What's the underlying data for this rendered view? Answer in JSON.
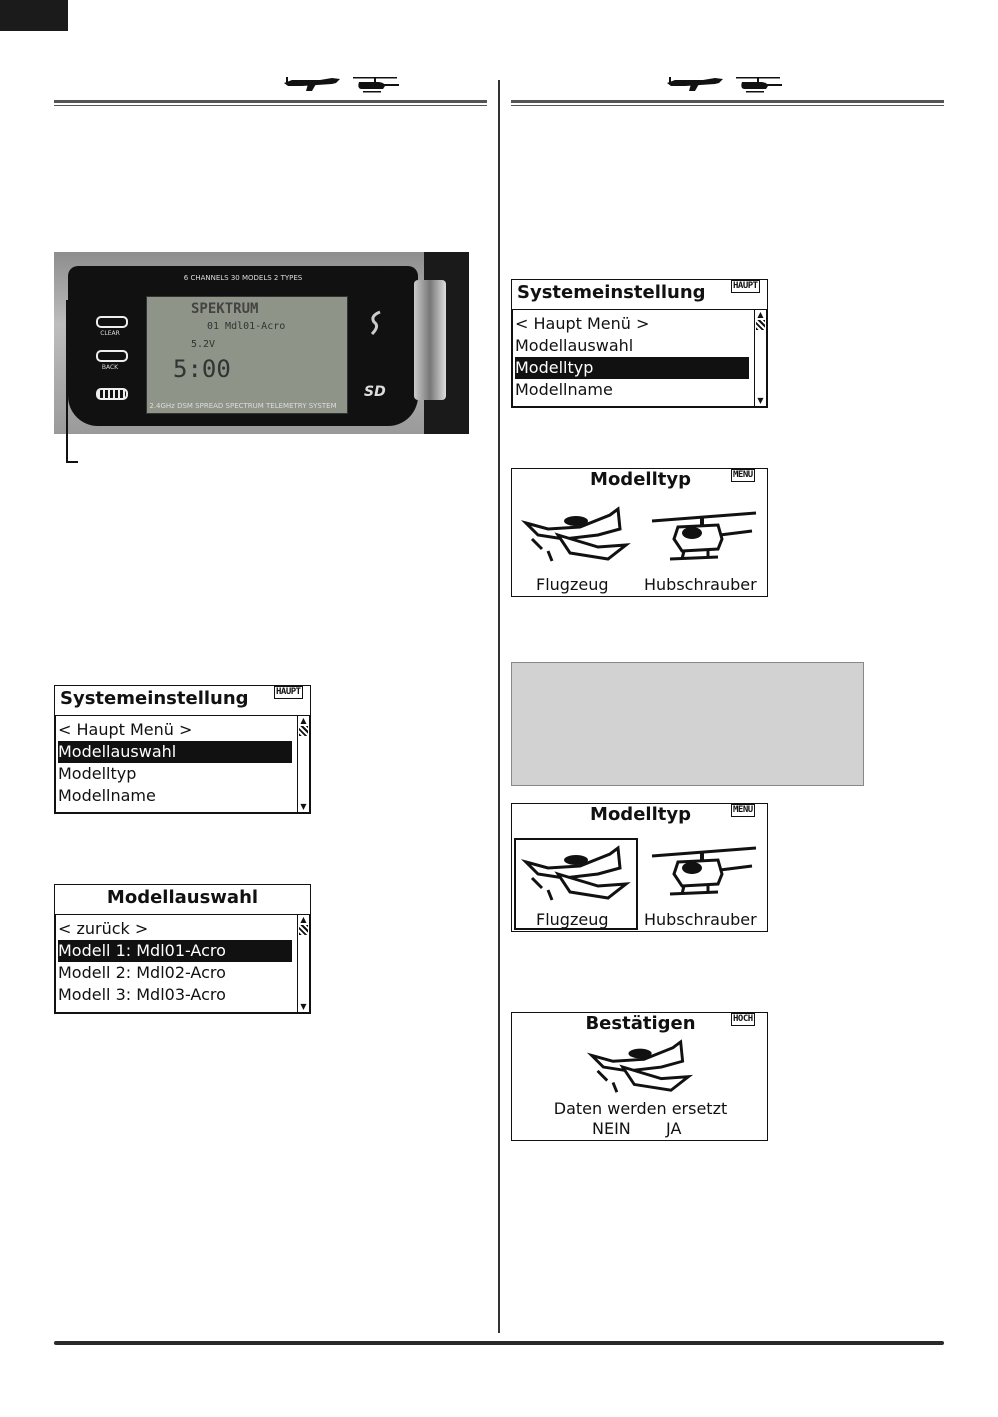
{
  "device": {
    "top_text": "6 CHANNELS 30 MODELS 2 TYPES",
    "bottom_text": "2.4GHz DSM SPREAD SPECTRUM TELEMETRY SYSTEM",
    "clear_label": "CLEAR",
    "back_label": "BACK",
    "lcd_brand": "SPEKTRUM",
    "lcd_model": "01 Mdl01-Acro",
    "lcd_voltage": "5.2V",
    "lcd_time": "5:00"
  },
  "screen_left_system": {
    "title": "Systemeinstellung",
    "tag": "HAUPT",
    "rows": [
      "< Haupt Menü >",
      "Modellauswahl",
      "Modelltyp",
      "Modellname"
    ],
    "selected": 1
  },
  "screen_left_modelselect": {
    "title": "Modellauswahl",
    "rows": [
      "< zurück >",
      "Modell 1: Mdl01-Acro",
      "Modell 2: Mdl02-Acro",
      "Modell 3: Mdl03-Acro"
    ],
    "selected": 1
  },
  "screen_right_system": {
    "title": "Systemeinstellung",
    "tag": "HAUPT",
    "rows": [
      "< Haupt Menü >",
      "Modellauswahl",
      "Modelltyp",
      "Modellname"
    ],
    "selected": 2
  },
  "screen_modeltype_1": {
    "title": "Modelltyp",
    "tag": "MENU",
    "plane_label": "Flugzeug",
    "heli_label": "Hubschrauber"
  },
  "screen_modeltype_2": {
    "title": "Modelltyp",
    "tag": "MENU",
    "plane_label": "Flugzeug",
    "heli_label": "Hubschrauber"
  },
  "screen_confirm": {
    "title": "Bestätigen",
    "tag": "HOCH",
    "message": "Daten werden ersetzt",
    "no_label": "NEIN",
    "yes_label": "JA"
  }
}
